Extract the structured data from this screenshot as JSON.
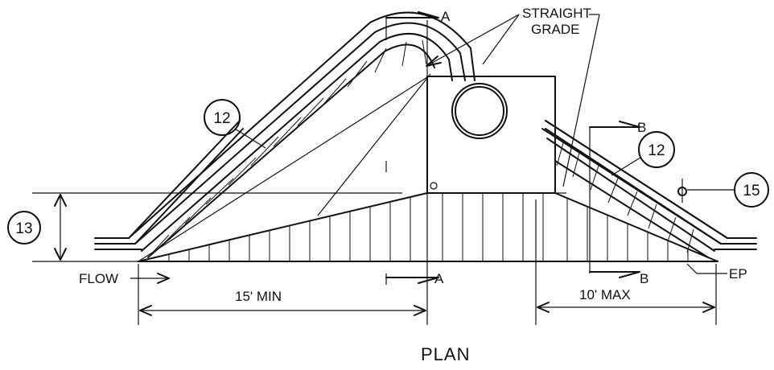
{
  "labels": {
    "straight_grade_line1": "STRAIGHT",
    "straight_grade_line2": "GRADE",
    "flow": "FLOW",
    "dim_min": "15' MIN",
    "dim_max": "10' MAX",
    "ep": "EP",
    "section_a_top": "A",
    "section_a_bottom": "A",
    "section_b_top": "B",
    "section_b_bottom": "B",
    "plan": "PLAN"
  },
  "callouts": {
    "c12_left": "12",
    "c12_right": "12",
    "c13": "13",
    "c15": "15"
  }
}
